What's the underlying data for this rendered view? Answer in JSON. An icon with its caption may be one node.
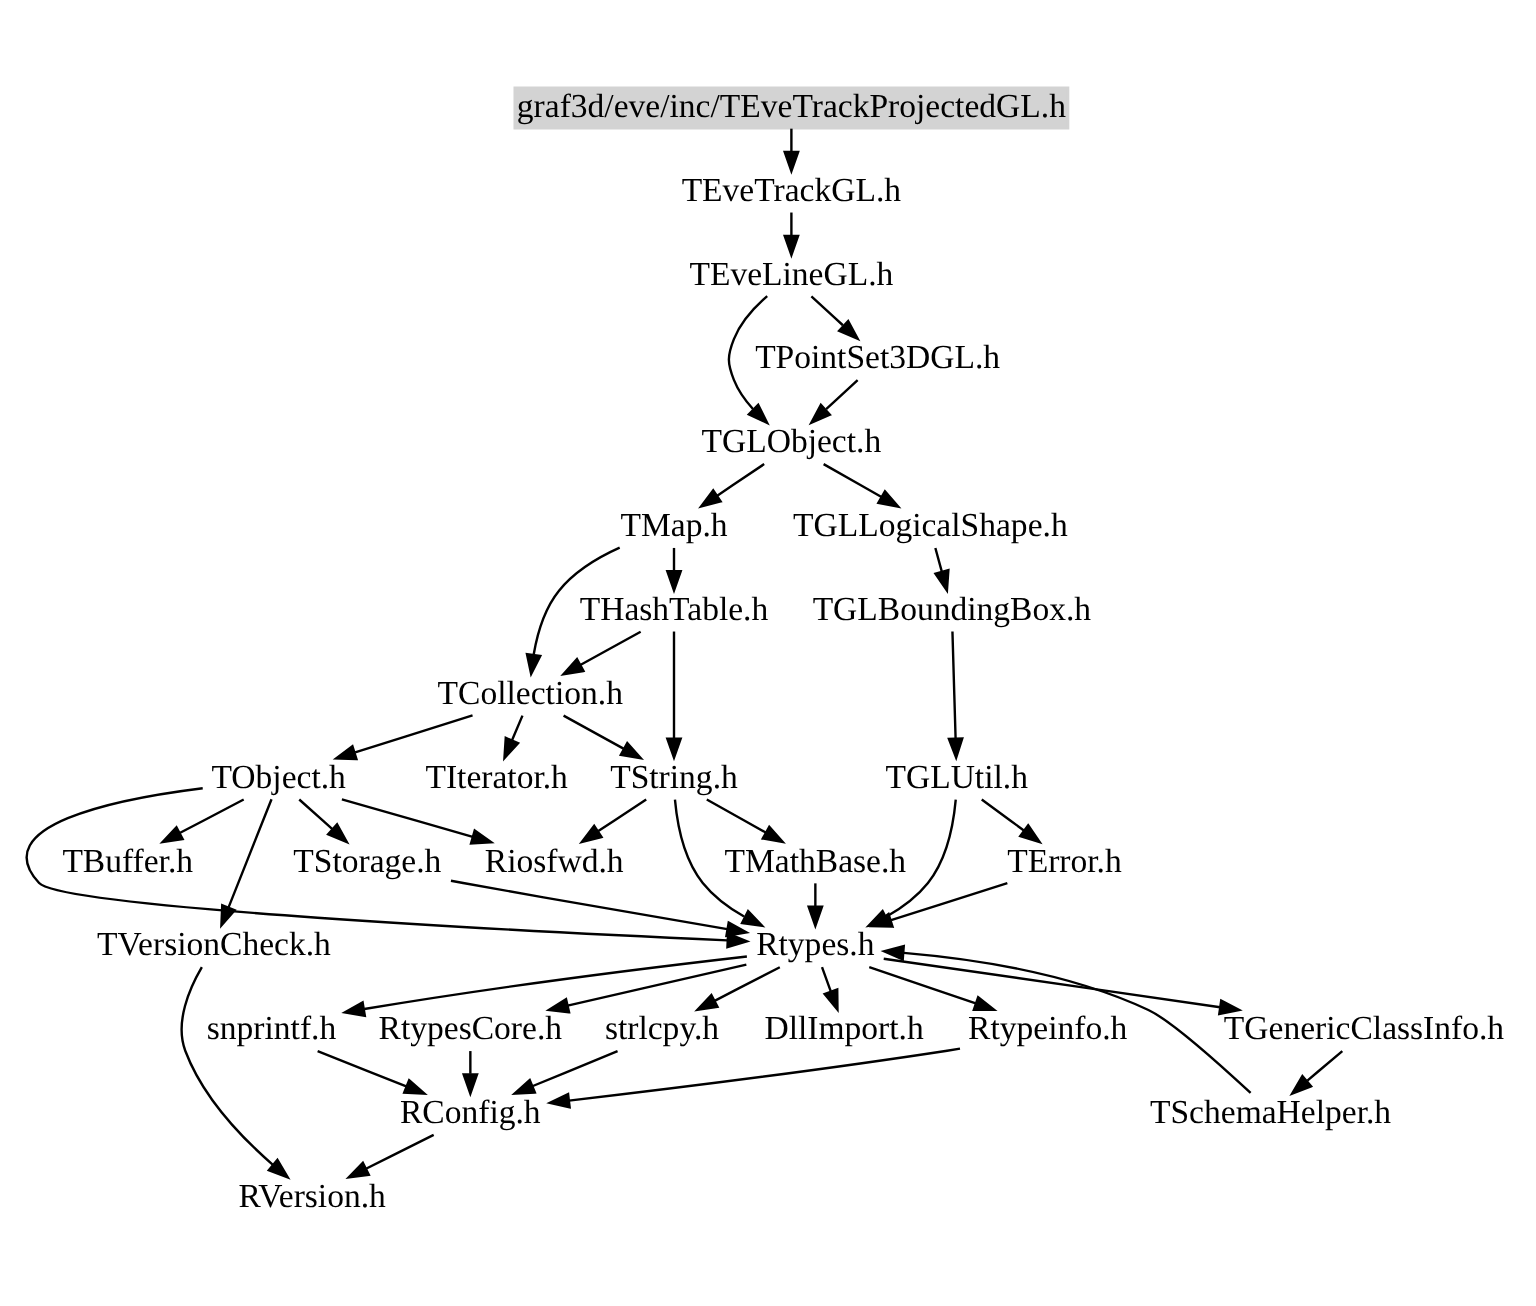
{
  "diagram": {
    "nodes": [
      {
        "text": [
          "graf3d/eve/inc/TEveTrackProjectedGL.h"
        ]
      },
      {
        "text": [
          "TEveTrackGL.h"
        ]
      },
      {
        "text": [
          "TEveLineGL.h"
        ]
      },
      {
        "text": [
          "TPointSet3DGL.h"
        ]
      },
      {
        "text": [
          "TGLObject.h"
        ]
      },
      {
        "text": [
          "TMap.h"
        ]
      },
      {
        "text": [
          "TGLLogicalShape.h"
        ]
      },
      {
        "text": [
          "THashTable.h"
        ]
      },
      {
        "text": [
          "TGLBoundingBox.h"
        ]
      },
      {
        "text": [
          "TCollection.h"
        ]
      },
      {
        "text": [
          "TObject.h"
        ]
      },
      {
        "text": [
          "TIterator.h"
        ]
      },
      {
        "text": [
          "TString.h"
        ]
      },
      {
        "text": [
          "TGLUtil.h"
        ]
      },
      {
        "text": [
          "TBuffer.h"
        ]
      },
      {
        "text": [
          "TStorage.h"
        ]
      },
      {
        "text": [
          "Riosfwd.h"
        ]
      },
      {
        "text": [
          "TMathBase.h"
        ]
      },
      {
        "text": [
          "TError.h"
        ]
      },
      {
        "text": [
          "TVersionCheck.h"
        ]
      },
      {
        "text": [
          "Rtypes.h"
        ]
      },
      {
        "text": [
          "DllImport.h"
        ]
      },
      {
        "text": [
          "TGenericClassInfo.h"
        ]
      },
      {
        "text": [
          "Rtypeinfo.h"
        ]
      },
      {
        "text": [
          "snprintf.h"
        ]
      },
      {
        "text": [
          "strlcpy.h"
        ]
      },
      {
        "text": [
          "RtypesCore.h"
        ]
      },
      {
        "text": [
          "TSchemaHelper.h"
        ]
      },
      {
        "text": [
          "RConfig.h"
        ]
      },
      {
        "text": [
          "RVersion.h"
        ]
      }
    ],
    "edges": [
      {
        "from": 0,
        "to": 1,
        "arrow": "to"
      },
      {
        "from": 1,
        "to": 2,
        "arrow": "to"
      },
      {
        "from": 2,
        "to": 3,
        "arrow": "to"
      },
      {
        "from": 2,
        "to": 4,
        "arrow": "to"
      },
      {
        "from": 3,
        "to": 4,
        "arrow": "to"
      },
      {
        "from": 4,
        "to": 5,
        "arrow": "to"
      },
      {
        "from": 4,
        "to": 6,
        "arrow": "to"
      },
      {
        "from": 5,
        "to": 7,
        "arrow": "to"
      },
      {
        "from": 5,
        "to": 9,
        "arrow": "to"
      },
      {
        "from": 6,
        "to": 8,
        "arrow": "to"
      },
      {
        "from": 7,
        "to": 9,
        "arrow": "to"
      },
      {
        "from": 7,
        "to": 12,
        "arrow": "to"
      },
      {
        "from": 8,
        "to": 13,
        "arrow": "to"
      },
      {
        "from": 9,
        "to": 10,
        "arrow": "to"
      },
      {
        "from": 9,
        "to": 11,
        "arrow": "to"
      },
      {
        "from": 9,
        "to": 12,
        "arrow": "to"
      },
      {
        "from": 10,
        "to": 14,
        "arrow": "to"
      },
      {
        "from": 10,
        "to": 15,
        "arrow": "to"
      },
      {
        "from": 10,
        "to": 16,
        "arrow": "to"
      },
      {
        "from": 10,
        "to": 19,
        "arrow": "to"
      },
      {
        "from": 10,
        "to": 20,
        "arrow": "to"
      },
      {
        "from": 12,
        "to": 16,
        "arrow": "to"
      },
      {
        "from": 12,
        "to": 20,
        "arrow": "to"
      },
      {
        "from": 12,
        "to": 17,
        "arrow": "to"
      },
      {
        "from": 13,
        "to": 18,
        "arrow": "to"
      },
      {
        "from": 13,
        "to": 20,
        "arrow": "to"
      },
      {
        "from": 15,
        "to": 20,
        "arrow": "to"
      },
      {
        "from": 17,
        "to": 20,
        "arrow": "to"
      },
      {
        "from": 18,
        "to": 20,
        "arrow": "to"
      },
      {
        "from": 19,
        "to": 29,
        "arrow": "to"
      },
      {
        "from": 20,
        "to": 21,
        "arrow": "to"
      },
      {
        "from": 20,
        "to": 22,
        "arrow": "to"
      },
      {
        "from": 20,
        "to": 23,
        "arrow": "to"
      },
      {
        "from": 20,
        "to": 24,
        "arrow": "to"
      },
      {
        "from": 20,
        "to": 25,
        "arrow": "to"
      },
      {
        "from": 20,
        "to": 26,
        "arrow": "to"
      },
      {
        "from": 22,
        "to": 27,
        "arrow": "to"
      },
      {
        "from": 27,
        "to": 20,
        "arrow": "to"
      },
      {
        "from": 23,
        "to": 28,
        "arrow": "to"
      },
      {
        "from": 24,
        "to": 28,
        "arrow": "to"
      },
      {
        "from": 25,
        "to": 28,
        "arrow": "to"
      },
      {
        "from": 26,
        "to": 28,
        "arrow": "to"
      },
      {
        "from": 28,
        "to": 29,
        "arrow": "to"
      }
    ]
  }
}
